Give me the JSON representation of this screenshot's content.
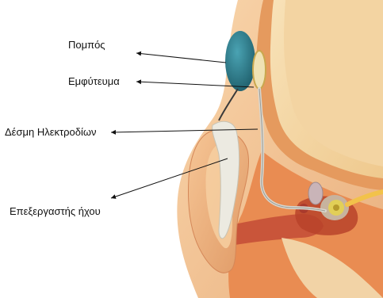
{
  "labels": {
    "transmitter": "Πομπός",
    "implant": "Εμφύτευμα",
    "electrode_array": "Δέσμη Ηλεκτροδίων",
    "sound_processor": "Επεξεργαστής ήχου"
  },
  "colors": {
    "skin": "#f4c79a",
    "skin_shadow": "#e3a777",
    "skull": "#f6d9a8",
    "tissue": "#e88a4e",
    "cavity": "#c04a2c",
    "transmitter": "#2f7f8e",
    "device": "#e9e7de",
    "cochlea": "#c9b7a4",
    "nerve": "#f2c24a",
    "arrow": "#111111"
  }
}
